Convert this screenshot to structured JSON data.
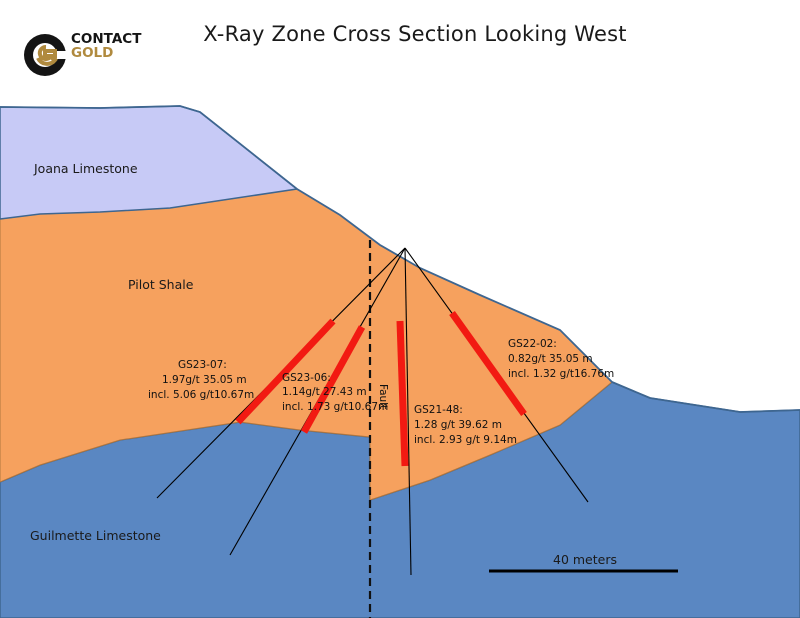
{
  "title": "X-Ray Zone Cross Section Looking West",
  "logo": {
    "line1": "CONTACT",
    "line2": "GOLD"
  },
  "units": {
    "joana": "Joana Limestone",
    "pilot": "Pilot Shale",
    "guilmette": "Guilmette Limestone"
  },
  "fault": {
    "label": "Fault"
  },
  "drillholes": [
    {
      "id": "GS23-07",
      "lines": [
        "GS23-07:",
        "1.97g/t 35.05 m",
        "incl. 5.06 g/t10.67m"
      ]
    },
    {
      "id": "GS23-06",
      "lines": [
        "GS23-06:",
        "1.14g/t 27.43 m",
        "incl. 1.73 g/t10.67m"
      ]
    },
    {
      "id": "GS21-48",
      "lines": [
        "GS21-48:",
        "1.28 g/t 39.62 m",
        "incl. 2.93 g/t 9.14m"
      ]
    },
    {
      "id": "GS22-02",
      "lines": [
        "GS22-02:",
        "0.82g/t 35.05 m",
        "incl. 1.32 g/t16.76m"
      ]
    }
  ],
  "scale_bar": {
    "label": "40 meters"
  },
  "colors": {
    "joana": "#c7caf6",
    "pilot": "#f6a15e",
    "guilmette": "#5a87c2",
    "outline": "#3e6690",
    "intercept": "#f21a12",
    "trace": "#000000",
    "logo_gold": "#b08a3e"
  }
}
